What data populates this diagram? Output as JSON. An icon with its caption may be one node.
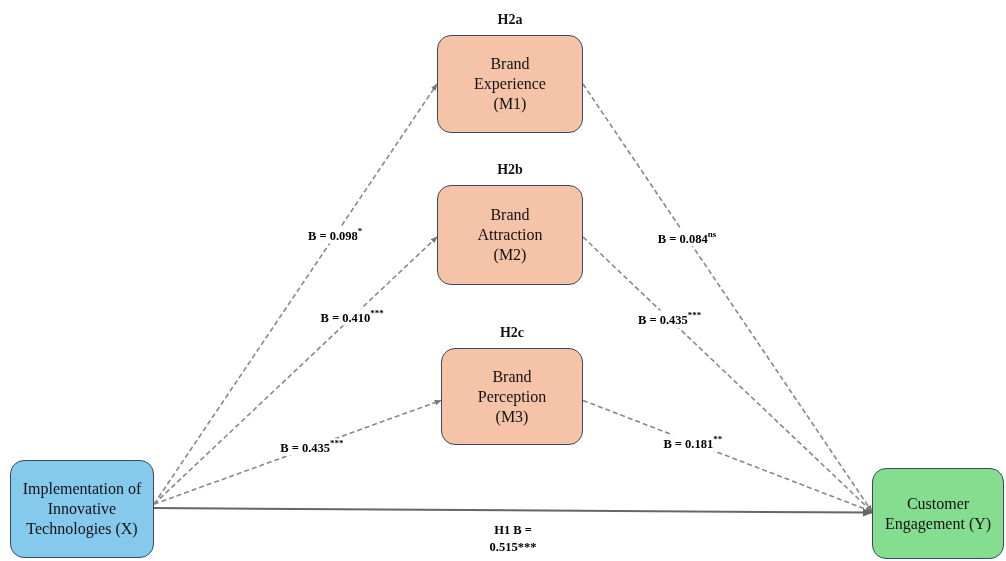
{
  "diagram": {
    "nodes": [
      {
        "text": [
          "Implementation of Innovative Technologies (X)"
        ]
      },
      {
        "text": [
          "H2a",
          "Brand Experience (M1)"
        ]
      },
      {
        "text": [
          "H2b",
          "Brand Attraction (M2)"
        ]
      },
      {
        "text": [
          "H2c",
          "Brand Perception (M3)"
        ]
      },
      {
        "text": [
          "Customer Engagement (Y)"
        ]
      }
    ],
    "edges": [
      {
        "from": 0,
        "to": 1,
        "arrow": "to",
        "label": "B = 0.098$^{*}$",
        "style": "dashed"
      },
      {
        "from": 0,
        "to": 2,
        "arrow": "to",
        "label": "B = 0.410$^{***}$",
        "style": "dashed"
      },
      {
        "from": 0,
        "to": 3,
        "arrow": "to",
        "label": "B = 0.435$^{***}$",
        "style": "dashed"
      },
      {
        "from": 1,
        "to": 4,
        "arrow": "to",
        "label": "B = 0.084$^{ns}$",
        "style": "dashed"
      },
      {
        "from": 2,
        "to": 4,
        "arrow": "to",
        "label": "B = 0.435$^{***}$",
        "style": "dashed"
      },
      {
        "from": 3,
        "to": 4,
        "arrow": "to",
        "label": "B = 0.181$^{**}$",
        "style": "dashed"
      },
      {
        "from": 0,
        "to": 4,
        "arrow": "to",
        "label": "H1 B = 0.515***"
      }
    ]
  }
}
